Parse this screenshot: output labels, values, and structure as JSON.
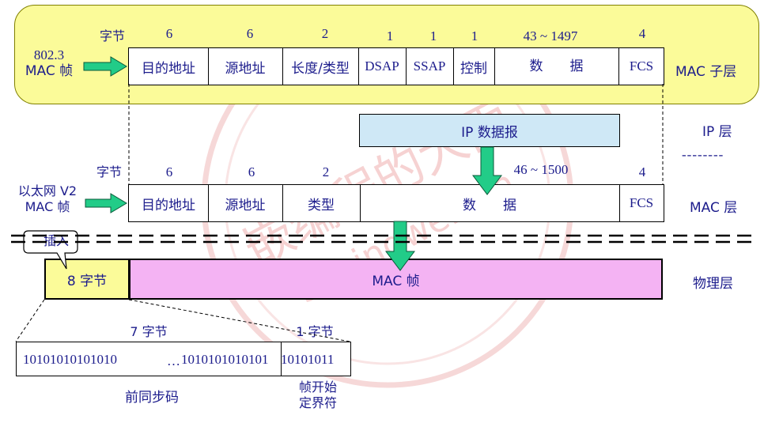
{
  "watermark": {
    "text": "嵌编程的大雨",
    "sub": "subingwen.cn"
  },
  "mac_sublayer": {
    "unit_label": "字节",
    "left_label_line1": "802.3",
    "left_label_line2": "MAC 帧",
    "layer_label": "MAC 子层",
    "sizes": [
      "6",
      "6",
      "2",
      "1",
      "1",
      "1",
      "43 ~ 1497",
      "4"
    ],
    "fields": [
      "目的地址",
      "源地址",
      "长度/类型",
      "DSAP",
      "SSAP",
      "控制",
      "数　　据",
      "FCS"
    ]
  },
  "ip": {
    "box_label": "IP 数据报",
    "layer_label": "IP 层",
    "separator": "--------"
  },
  "mac_layer": {
    "unit_label": "字节",
    "left_label_line1": "以太网 V2",
    "left_label_line2": "MAC 帧",
    "layer_label": "MAC 层",
    "sizes": [
      "6",
      "6",
      "2",
      "46 ~ 1500",
      "4"
    ],
    "fields": [
      "目的地址",
      "源地址",
      "类型",
      "数　　据",
      "FCS"
    ]
  },
  "physical": {
    "insert_label": "插入",
    "preamble_box": "8 字节",
    "frame_box": "MAC 帧",
    "layer_label": "物理层"
  },
  "preamble": {
    "left_size": "7 字节",
    "right_size": "1 字节",
    "bits_left": "10101010101010",
    "ellipsis": "…",
    "bits_mid": "1010101010101",
    "bits_right": "10101011",
    "left_caption": "前同步码",
    "right_caption_line1": "帧开始",
    "right_caption_line2": "定界符"
  },
  "colors": {
    "text": "#1c1c8c",
    "yellow": "#fbfb99",
    "ip_box": "#cfe8f6",
    "mac_frame": "#f4b3f3",
    "arrow": "#22cc88"
  }
}
